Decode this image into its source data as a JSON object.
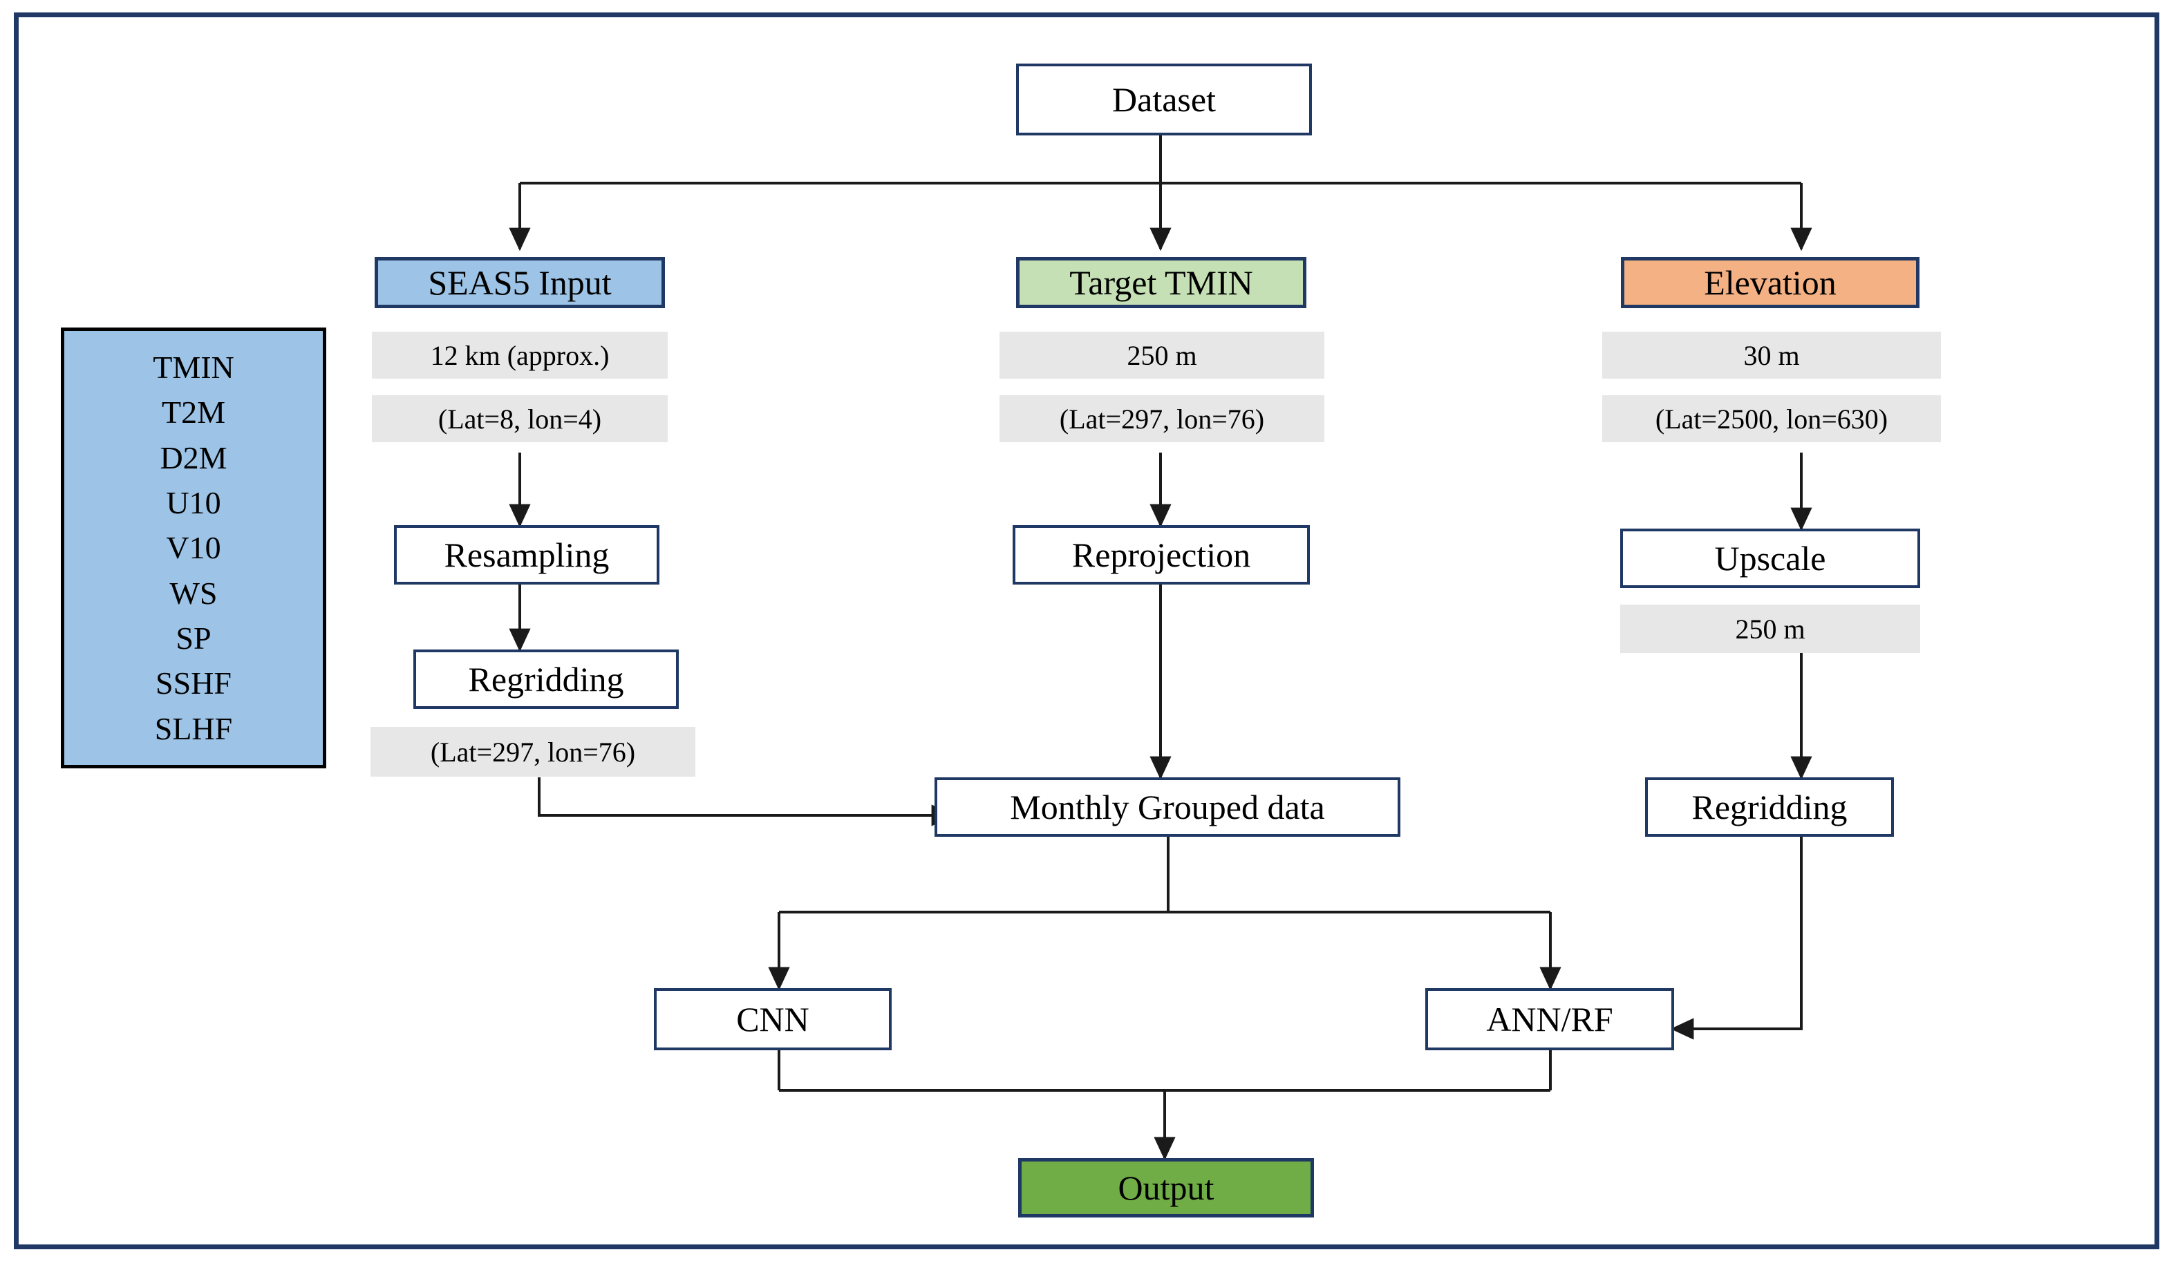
{
  "figure": {
    "type": "flowchart",
    "title": "Dataset processing and downscaling workflow",
    "frame_border_color": "#1F3864"
  },
  "colors": {
    "navy_border": "#1F3864",
    "seas5_fill": "#9DC3E6",
    "target_fill": "#C5E0B4",
    "elevation_fill": "#F4B183",
    "output_fill": "#70AD47",
    "meta_fill": "#E7E7E7",
    "variables_fill": "#9DC3E6",
    "variables_border": "#000000",
    "arrow_color": "#1a1a1a",
    "white": "#ffffff"
  },
  "root": {
    "label": "Dataset"
  },
  "variables_panel": {
    "name": "SEAS5 predictor variables",
    "items": [
      "TMIN",
      "T2M",
      "D2M",
      "U10",
      "V10",
      "WS",
      "SP",
      "SSHF",
      "SLHF"
    ]
  },
  "branches": {
    "seas5": {
      "header": "SEAS5 Input",
      "resolution": "12 km (approx.)",
      "dimensions": "(Lat=8, lon=4)",
      "step_1": "Resampling",
      "step_2": "Regridding",
      "result_dimensions": "(Lat=297, lon=76)"
    },
    "target": {
      "header": "Target TMIN",
      "resolution": "250 m",
      "dimensions": "(Lat=297, lon=76)",
      "step_1": "Reprojection"
    },
    "elevation": {
      "header": "Elevation",
      "resolution": "30 m",
      "dimensions": "(Lat=2500, lon=630)",
      "step_1": "Upscale",
      "step_1_resolution": "250 m",
      "step_2": "Regridding"
    }
  },
  "merge": {
    "label": "Monthly Grouped data"
  },
  "models": {
    "left": "CNN",
    "right": "ANN/RF"
  },
  "output": {
    "label": "Output"
  },
  "edges": [
    {
      "from": "Dataset",
      "to": "SEAS5 Input"
    },
    {
      "from": "Dataset",
      "to": "Target TMIN"
    },
    {
      "from": "Dataset",
      "to": "Elevation"
    },
    {
      "from": "SEAS5 Input",
      "to": "Resampling"
    },
    {
      "from": "Resampling",
      "to": "Regridding"
    },
    {
      "from": "Regridding",
      "to": "Monthly Grouped data"
    },
    {
      "from": "Target TMIN",
      "to": "Reprojection"
    },
    {
      "from": "Reprojection",
      "to": "Monthly Grouped data"
    },
    {
      "from": "Elevation",
      "to": "Upscale"
    },
    {
      "from": "Upscale",
      "to": "Regridding"
    },
    {
      "from": "Regridding",
      "to": "ANN/RF"
    },
    {
      "from": "Monthly Grouped data",
      "to": "CNN"
    },
    {
      "from": "Monthly Grouped data",
      "to": "ANN/RF"
    },
    {
      "from": "CNN",
      "to": "Output"
    },
    {
      "from": "ANN/RF",
      "to": "Output"
    }
  ]
}
